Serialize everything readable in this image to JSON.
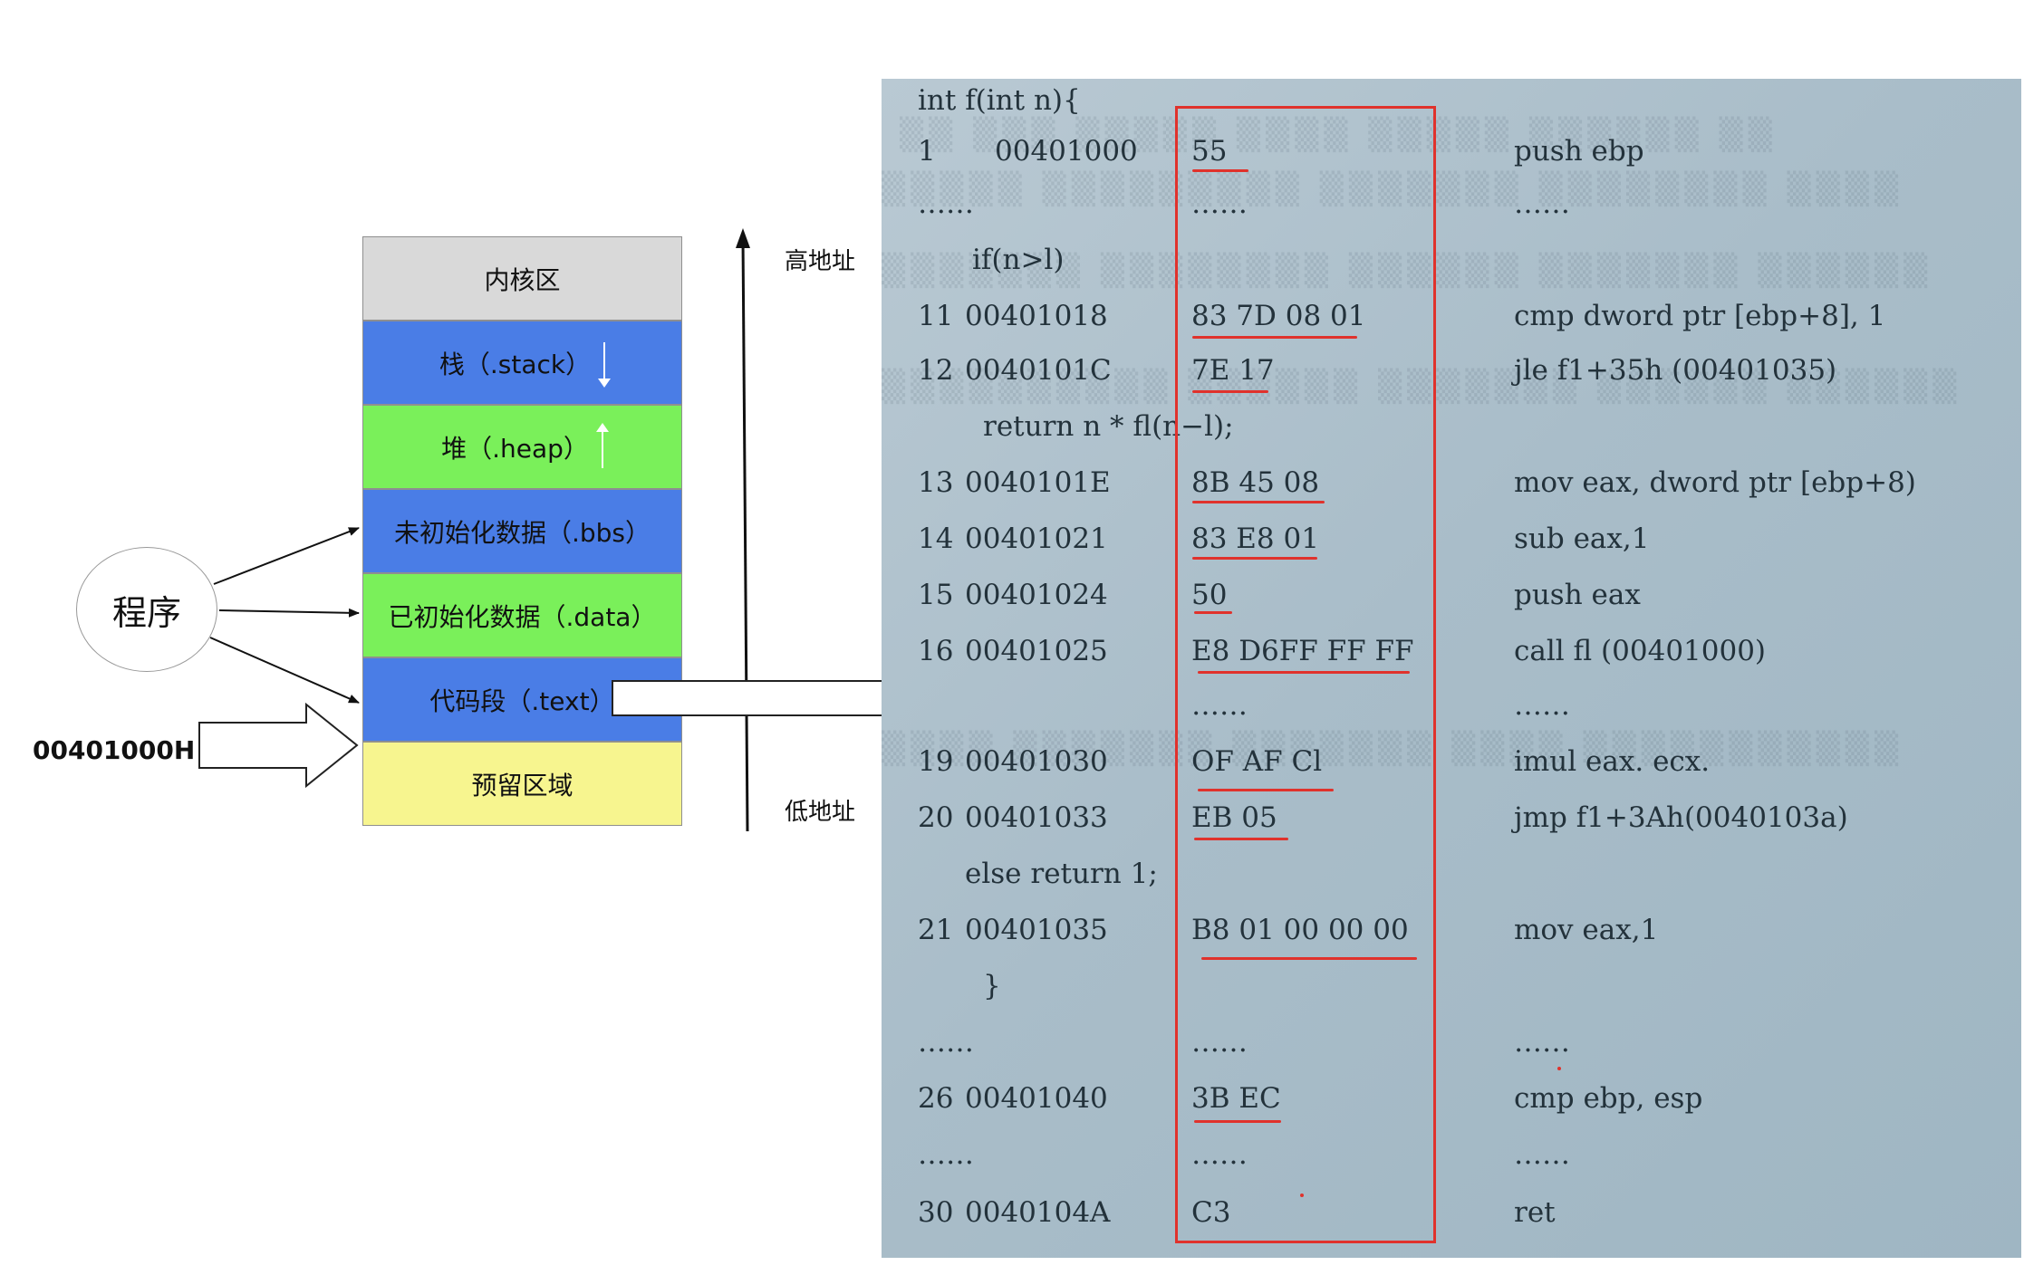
{
  "memory": {
    "segments": [
      {
        "label": "内核区",
        "color": "#d9d9d9"
      },
      {
        "label": "栈（.stack）",
        "color": "#4a7de6",
        "growth": "down"
      },
      {
        "label": "堆（.heap）",
        "color": "#7af05a",
        "growth": "up"
      },
      {
        "label": "未初始化数据（.bbs）",
        "color": "#4a7de6"
      },
      {
        "label": "已初始化数据（.data）",
        "color": "#7af05a"
      },
      {
        "label": "代码段（.text）",
        "color": "#4a7de6"
      },
      {
        "label": "预留区域",
        "color": "#f7f58f"
      }
    ],
    "high_address": "高地址",
    "low_address": "低地址"
  },
  "program_label": "程序",
  "entry_address": "00401000H",
  "code": {
    "header": "int f(int n){",
    "rows": [
      {
        "line": "1",
        "addr": "00401000",
        "hex": "55",
        "asm": "push ebp"
      },
      {
        "line": "……",
        "addr": "",
        "hex": "……",
        "asm": "……"
      },
      {
        "src": "if(n>l)"
      },
      {
        "line": "11",
        "addr": "00401018",
        "hex": "83 7D 08 01",
        "asm": "cmp   dword   ptr  [ebp+8], 1"
      },
      {
        "line": "12",
        "addr": "0040101C",
        "hex": "7E 17",
        "asm": "jle   f1+35h (00401035)"
      },
      {
        "src": "return n * fl(n−l);"
      },
      {
        "line": "13",
        "addr": "0040101E",
        "hex": "8B 45 08",
        "asm": "mov eax, dword ptr [ebp+8)"
      },
      {
        "line": "14",
        "addr": "00401021",
        "hex": "83 E8 01",
        "asm": "sub eax,1"
      },
      {
        "line": "15",
        "addr": "00401024",
        "hex": "50",
        "asm": "push eax"
      },
      {
        "line": "16",
        "addr": "00401025",
        "hex": "E8 D6FF FF FF",
        "asm": "call   fl   (00401000)"
      },
      {
        "line": "",
        "addr": "",
        "hex": "……",
        "asm": "……"
      },
      {
        "line": "19",
        "addr": "00401030",
        "hex": "OF AF Cl",
        "asm": "imul   eax. ecx."
      },
      {
        "line": "20",
        "addr": "00401033",
        "hex": "EB 05",
        "asm": "jmp   f1+3Ah(0040103a)"
      },
      {
        "src": "else return 1;"
      },
      {
        "line": "21",
        "addr": "00401035",
        "hex": "B8 01 00 00 00",
        "asm": "mov   eax,1"
      },
      {
        "src": "}"
      },
      {
        "line": "……",
        "addr": "",
        "hex": "……",
        "asm": "……"
      },
      {
        "line": "26",
        "addr": "00401040",
        "hex": "3B EC",
        "asm": "cmp ebp, esp"
      },
      {
        "line": "……",
        "addr": "",
        "hex": "……",
        "asm": "……"
      },
      {
        "line": "30",
        "addr": "0040104A",
        "hex": "C3",
        "asm": "ret"
      }
    ]
  },
  "colors": {
    "highlight": "#e0322c"
  }
}
